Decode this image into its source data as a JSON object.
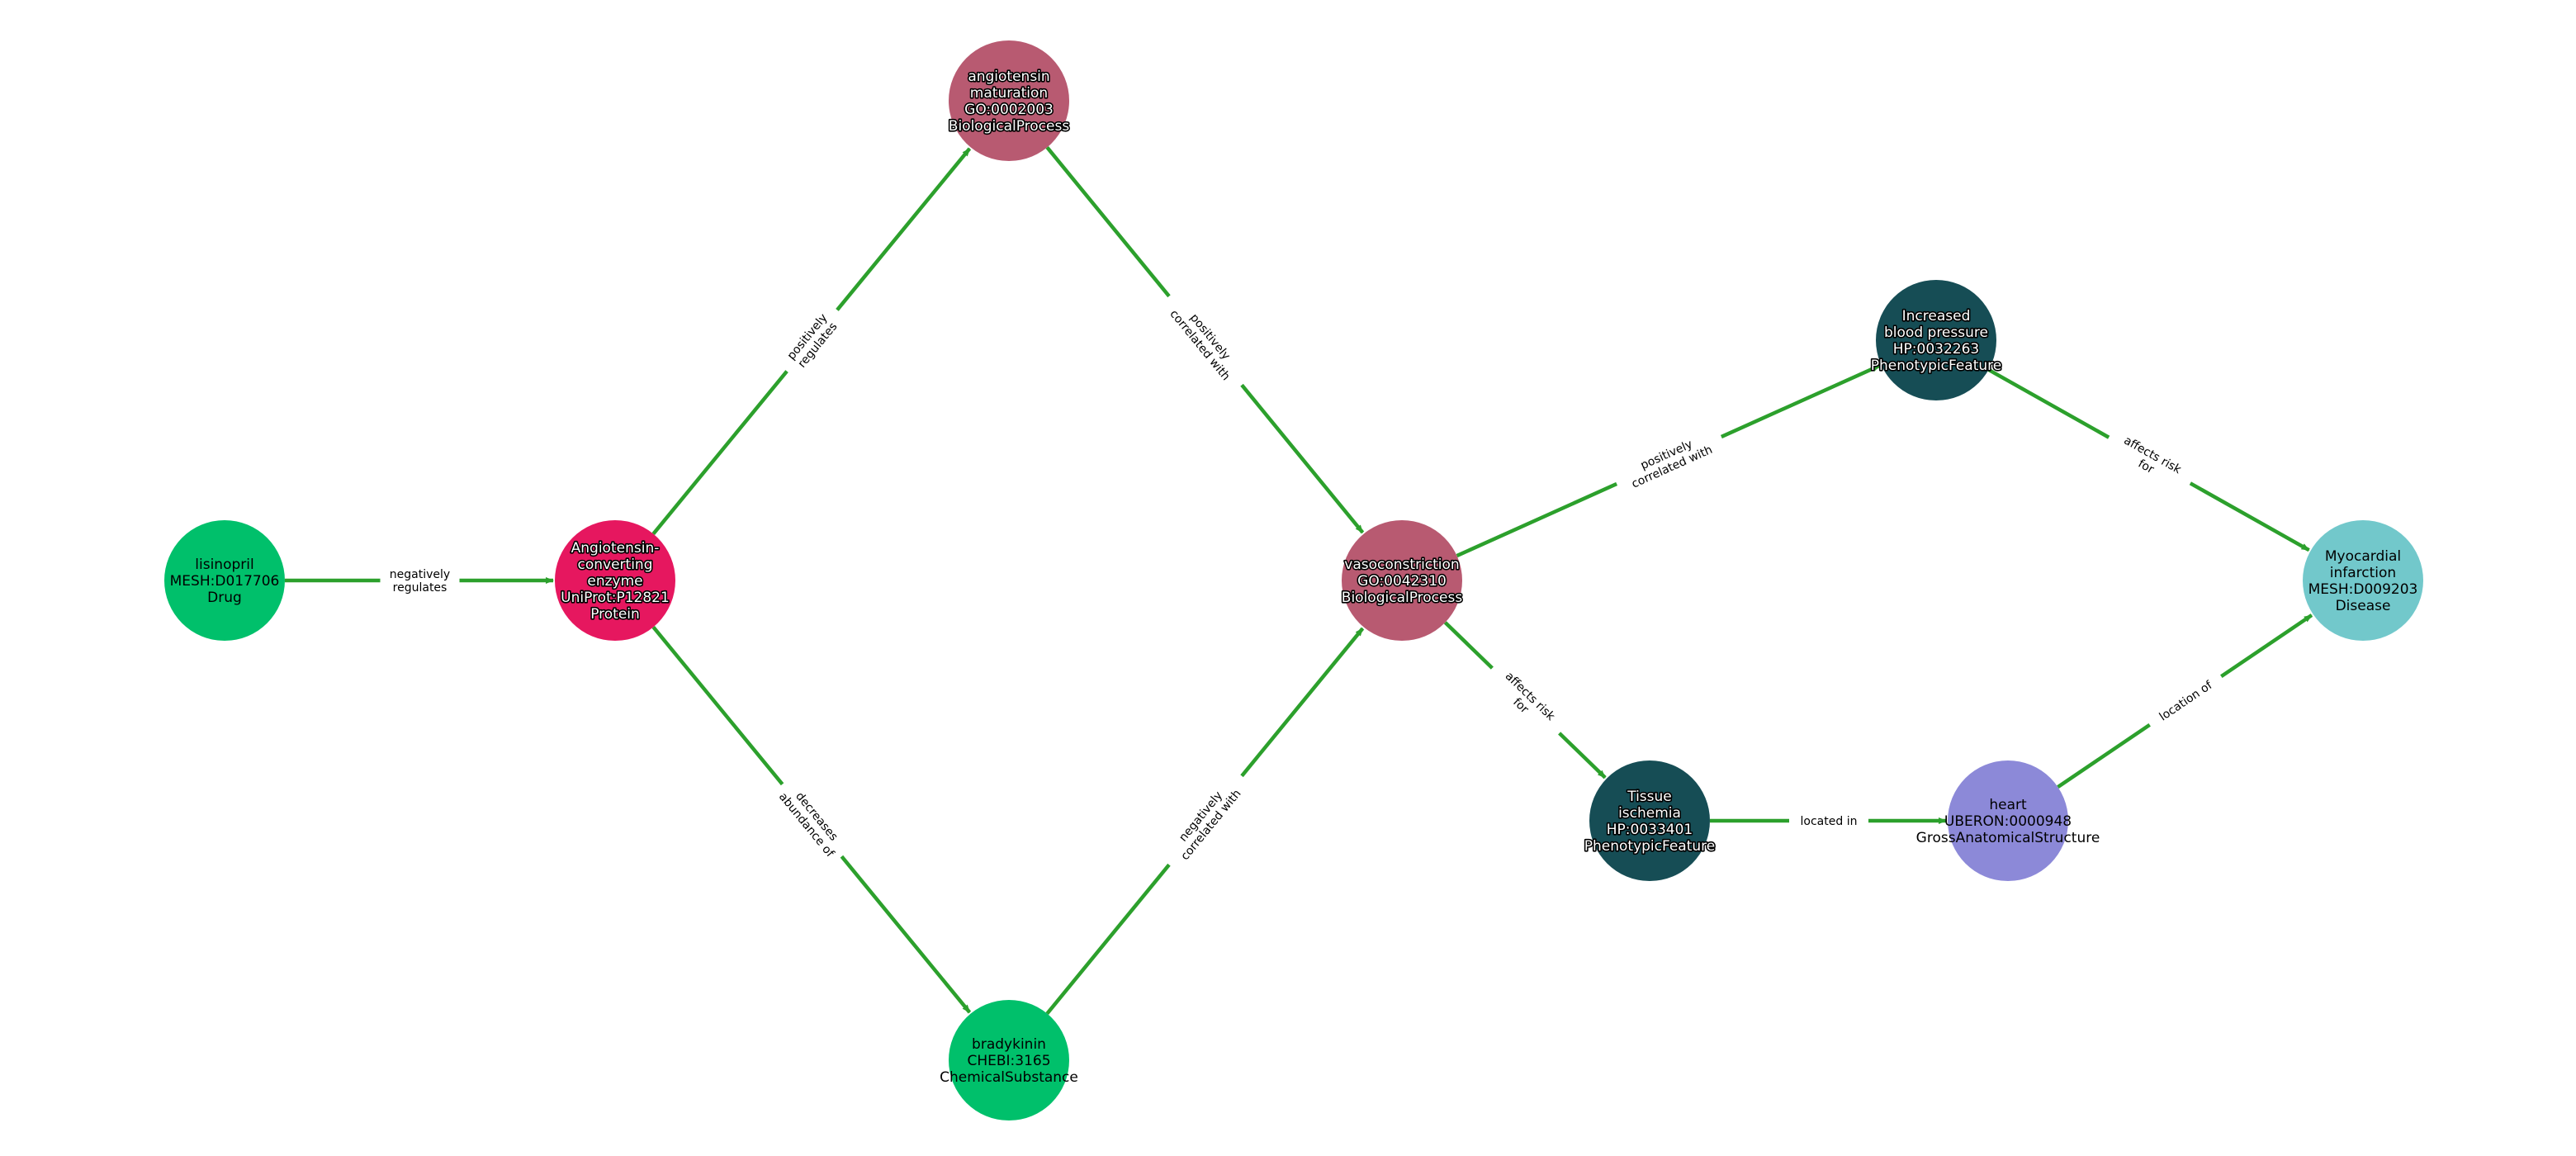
{
  "graph": {
    "edge_color": "#2ca02c",
    "nodes": [
      {
        "id": "lisinopril",
        "lines": [
          "lisinopril",
          "MESH:D017706",
          "Drug"
        ],
        "fill": "#00c06b",
        "text_color": "#000000",
        "halo": false
      },
      {
        "id": "ace",
        "lines": [
          "Angiotensin-",
          "converting",
          "enzyme",
          "UniProt:P12821",
          "Protein"
        ],
        "fill": "#e6175f",
        "text_color": "#ffffff",
        "halo": true
      },
      {
        "id": "angiotensin",
        "lines": [
          "angiotensin",
          "maturation",
          "GO:0002003",
          "BiologicalProcess"
        ],
        "fill": "#b85a71",
        "text_color": "#ffffff",
        "halo": true
      },
      {
        "id": "bradykinin",
        "lines": [
          "bradykinin",
          "CHEBI:3165",
          "ChemicalSubstance"
        ],
        "fill": "#00c06b",
        "text_color": "#000000",
        "halo": false
      },
      {
        "id": "vasoconstriction",
        "lines": [
          "vasoconstriction",
          "GO:0042310",
          "BiologicalProcess"
        ],
        "fill": "#b85a71",
        "text_color": "#ffffff",
        "halo": true
      },
      {
        "id": "bp",
        "lines": [
          "Increased",
          "blood pressure",
          "HP:0032263",
          "PhenotypicFeature"
        ],
        "fill": "#164d55",
        "text_color": "#ffffff",
        "halo": true
      },
      {
        "id": "ischemia",
        "lines": [
          "Tissue",
          "ischemia",
          "HP:0033401",
          "PhenotypicFeature"
        ],
        "fill": "#164d55",
        "text_color": "#ffffff",
        "halo": true
      },
      {
        "id": "heart",
        "lines": [
          "heart",
          "UBERON:0000948",
          "GrossAnatomicalStructure"
        ],
        "fill": "#8c89d8",
        "text_color": "#000000",
        "halo": false
      },
      {
        "id": "mi",
        "lines": [
          "Myocardial",
          "infarction",
          "MESH:D009203",
          "Disease"
        ],
        "fill": "#72c8cb",
        "text_color": "#000000",
        "halo": false
      }
    ],
    "edges": [
      {
        "source": "lisinopril",
        "target": "ace",
        "lines": [
          "negatively",
          "regulates"
        ]
      },
      {
        "source": "ace",
        "target": "angiotensin",
        "lines": [
          "positively",
          "regulates"
        ]
      },
      {
        "source": "ace",
        "target": "bradykinin",
        "lines": [
          "decreases",
          "abundance of"
        ]
      },
      {
        "source": "angiotensin",
        "target": "vasoconstriction",
        "lines": [
          "positively",
          "correlated with"
        ]
      },
      {
        "source": "bradykinin",
        "target": "vasoconstriction",
        "lines": [
          "negatively",
          "correlated with"
        ]
      },
      {
        "source": "vasoconstriction",
        "target": "bp",
        "lines": [
          "positively",
          "correlated with"
        ]
      },
      {
        "source": "vasoconstriction",
        "target": "ischemia",
        "lines": [
          "affects risk",
          "for"
        ]
      },
      {
        "source": "bp",
        "target": "mi",
        "lines": [
          "affects risk",
          "for"
        ]
      },
      {
        "source": "ischemia",
        "target": "heart",
        "lines": [
          "located in"
        ]
      },
      {
        "source": "heart",
        "target": "mi",
        "lines": [
          "location of"
        ]
      }
    ]
  }
}
